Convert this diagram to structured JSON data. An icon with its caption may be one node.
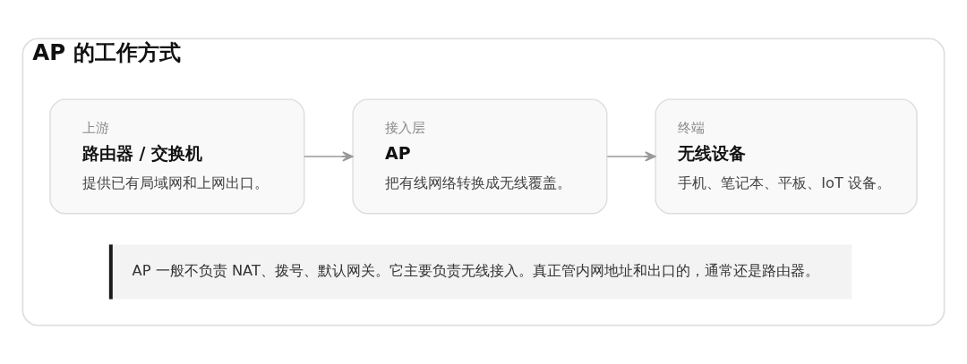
{
  "diagram": {
    "nodes": [
      {
        "text": [
          "AP 的工作方式"
        ]
      },
      {
        "text": [
          "上游",
          "路由器 / 交换机",
          "提供已有局域网和上网出口。"
        ],
        "in": 0
      },
      {
        "text": [
          "接入层",
          "AP",
          "把有线网络转换成无线覆盖。"
        ],
        "in": 0
      },
      {
        "text": [
          "终端",
          "无线设备",
          "手机、笔记本、平板、IoT 设备。"
        ],
        "in": 0
      },
      {
        "text": [
          "AP 一般不负责 NAT、拨号、默认网关。它主要负责无线接入。真正管内网地址和出口的，通常还是路由器。"
        ],
        "in": 0
      }
    ],
    "edges": [
      {
        "from": 1,
        "to": 2,
        "arrow": "to"
      },
      {
        "from": 2,
        "to": 3,
        "arrow": "to"
      }
    ]
  }
}
